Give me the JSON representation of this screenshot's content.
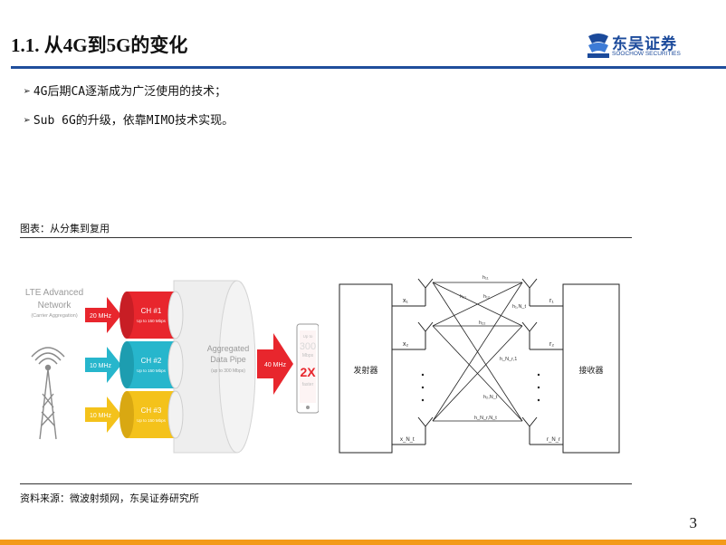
{
  "header": {
    "title": "1.1. 从4G到5G的变化",
    "logo": {
      "cn": "东吴证券",
      "en": "SOOCHOW SECURITIES",
      "mark": "SCS"
    }
  },
  "bullets": [
    "4G后期CA逐渐成为广泛使用的技术；",
    "Sub 6G的升级，依靠MIMO技术实现。"
  ],
  "figure": {
    "caption": "图表：从分集到复用",
    "source": "资料来源：微波射频网，东吴证券研究所",
    "left": {
      "network_label_1": "LTE Advanced",
      "network_label_2": "Network",
      "network_label_3": "(Carrier Aggregation)",
      "inputs": [
        "20 MHz",
        "10 MHz",
        "10 MHz"
      ],
      "channels": [
        {
          "name": "CH #1",
          "sub": "Up to 150 Mbps",
          "color": "#e8262d"
        },
        {
          "name": "CH #2",
          "sub": "Up to 150 Mbps",
          "color": "#27b6cc"
        },
        {
          "name": "CH #3",
          "sub": "Up to 150 Mbps",
          "color": "#f4c21b"
        }
      ],
      "pipe_label_1": "Aggregated",
      "pipe_label_2": "Data Pipe",
      "pipe_label_3": "(up to 300 Mbps)",
      "output": "40 MHz",
      "phone": {
        "upto": "Up to",
        "speed": "300",
        "unit": "Mbps",
        "mult": "2X",
        "faster": "faster"
      }
    },
    "right": {
      "tx_label": "发射器",
      "rx_label": "接收器",
      "tx_signals": [
        "x₁",
        "x₂",
        "x_N_t"
      ],
      "rx_signals": [
        "r₁",
        "r₂",
        "r_N_r"
      ],
      "channel_labels": [
        "h₁₁",
        "h₂₁",
        "h₁₂",
        "h₂₂",
        "h₁,N_t",
        "h_N_r,1",
        "h₂,N_t",
        "h_N_r,N_t"
      ]
    }
  },
  "page": {
    "number": "3"
  }
}
